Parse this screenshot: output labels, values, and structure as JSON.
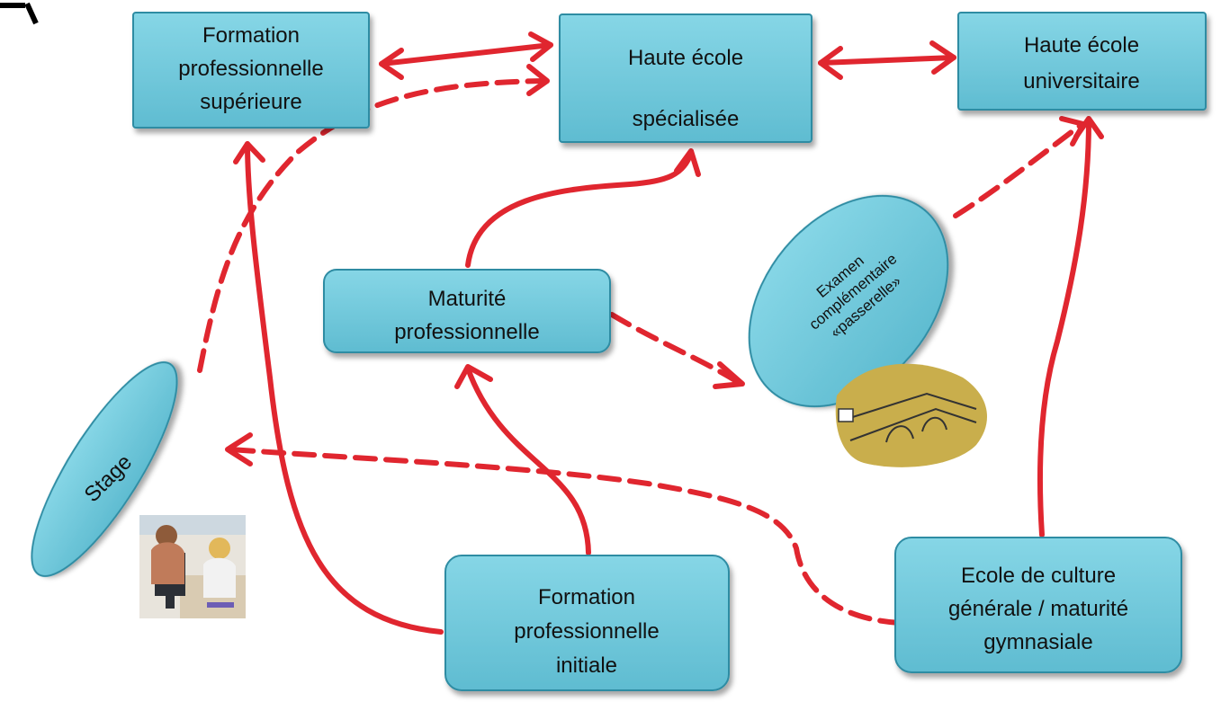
{
  "colors": {
    "box_fill": "#72CBDD",
    "box_stroke": "#2E8CA3",
    "arrow": "#E0262F",
    "text": "#111111"
  },
  "boxes": {
    "fps": {
      "lines": [
        "Formation",
        "professionnelle",
        "supérieure"
      ]
    },
    "hes": {
      "lines": [
        "Haute école",
        "spécialisée"
      ]
    },
    "heu": {
      "lines": [
        "Haute école",
        "universitaire"
      ]
    },
    "mp": {
      "lines": [
        "Maturité",
        "professionnelle"
      ]
    },
    "fpi": {
      "lines": [
        "Formation",
        "professionnelle",
        "initiale"
      ]
    },
    "ecg": {
      "lines": [
        "Ecole de culture",
        "générale / maturité",
        "gymnasiale"
      ]
    }
  },
  "ellipses": {
    "stage": {
      "label": "Stage"
    },
    "examen": {
      "lines": [
        "Examen",
        "complémentaire",
        "«passerelle»"
      ]
    }
  },
  "icons": [
    "office-photo-icon",
    "bridge-clipart-icon"
  ]
}
